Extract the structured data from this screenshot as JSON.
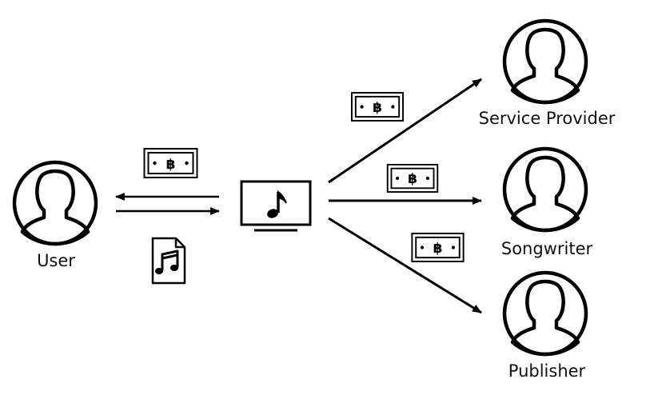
{
  "nodes": {
    "user": {
      "label": "User"
    },
    "service_provider": {
      "label": "Service Provider"
    },
    "songwriter": {
      "label": "Songwriter"
    },
    "publisher": {
      "label": "Publisher"
    }
  },
  "currency_symbol": "฿",
  "colors": {
    "ink": "#000000",
    "background": "#ffffff"
  }
}
